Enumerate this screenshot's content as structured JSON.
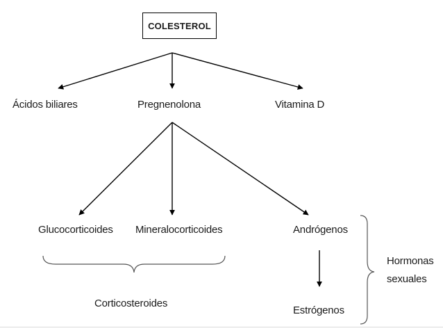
{
  "root": {
    "label": "COLESTEROL"
  },
  "level1": {
    "acidos": "Ácidos biliares",
    "pregnenolona": "Pregnenolona",
    "vitamina": "Vitamina D"
  },
  "level2": {
    "gluco": "Glucocorticoides",
    "mineralo": "Mineralocorticoides",
    "androgenos": "Andrógenos"
  },
  "level3": {
    "estrogenos": "Estrógenos"
  },
  "groups": {
    "corticosteroides": "Corticosteroides",
    "hormonas_line1": "Hormonas",
    "hormonas_line2": "sexuales"
  }
}
